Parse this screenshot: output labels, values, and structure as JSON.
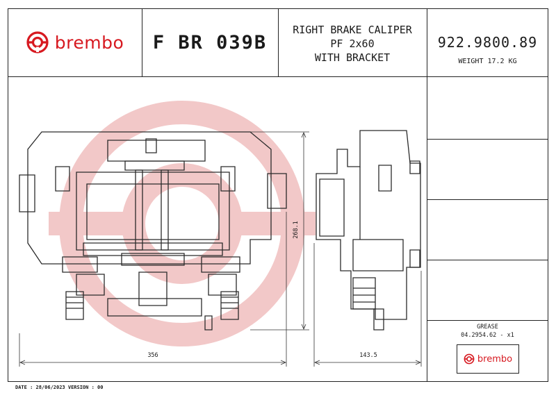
{
  "header": {
    "brand": "brembo",
    "product_code": "F BR 039B",
    "description_line1": "RIGHT BRAKE CALIPER",
    "description_line2": "PF 2x60",
    "description_line3": "WITH BRACKET",
    "part_number": "922.9800.89",
    "weight": "WEIGHT 17.2 KG"
  },
  "dimensions": {
    "height": "268.1",
    "width_front": "356",
    "width_side": "143.5"
  },
  "grease": {
    "label": "GREASE",
    "code": "04.2954.62 - x1",
    "brand": "brembo"
  },
  "footer": {
    "date_version": "DATE : 28/06/2023 VERSION : 00"
  },
  "colors": {
    "brand_red": "#d71920",
    "watermark": "#f2c8c8",
    "line": "#222222"
  }
}
